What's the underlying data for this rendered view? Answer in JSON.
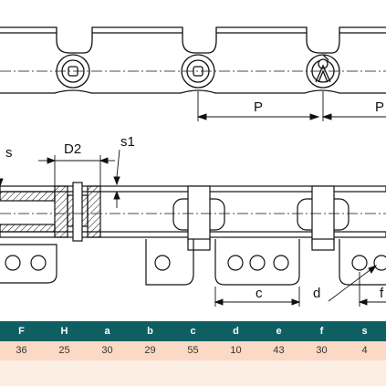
{
  "dimension_labels": {
    "s": "s",
    "D2": "D2",
    "s1": "s1",
    "P_left": "P",
    "P_right": "P",
    "c": "c",
    "d": "d",
    "f": "f"
  },
  "spec_table": {
    "headers": [
      "F",
      "H",
      "a",
      "b",
      "c",
      "d",
      "e",
      "f",
      "s"
    ],
    "values": [
      "36",
      "25",
      "30",
      "29",
      "55",
      "10",
      "43",
      "30",
      "4"
    ]
  },
  "colors": {
    "header_bg": "#0f5e62",
    "value_bg": "#fbd9c4",
    "pad_bg": "#fdeee4",
    "line": "#111111"
  }
}
